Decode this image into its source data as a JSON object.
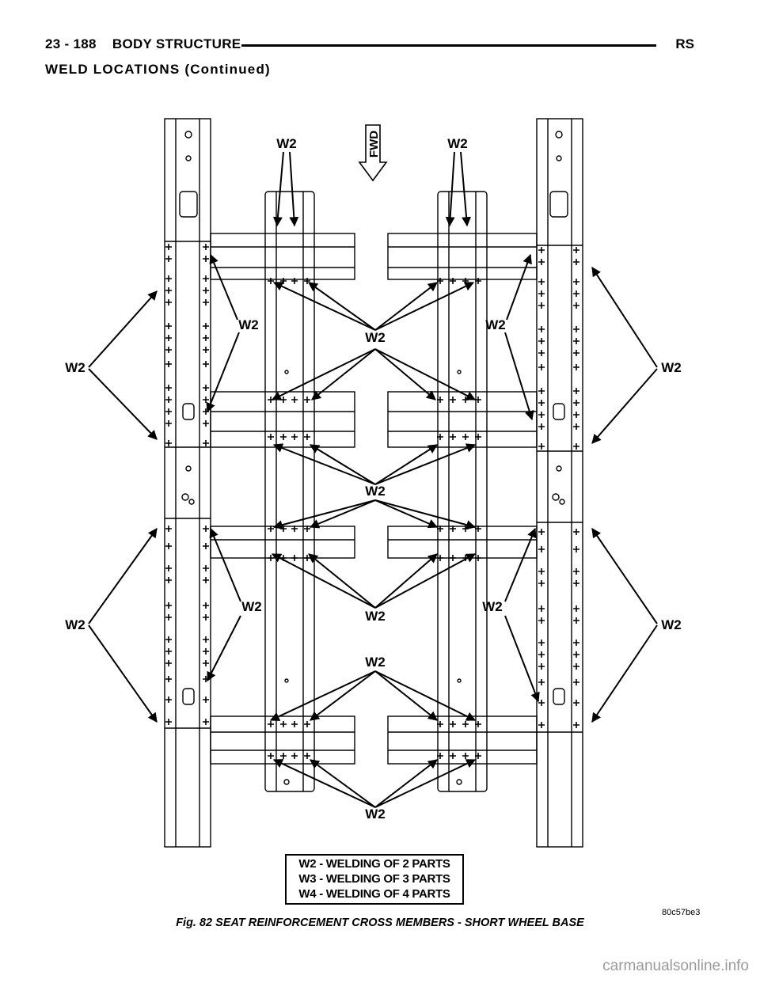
{
  "header": {
    "page_ref": "23 - 188",
    "section": "BODY STRUCTURE",
    "code": "RS"
  },
  "section_title": "WELD LOCATIONS (Continued)",
  "figure": {
    "direction_label": "FWD",
    "weld_label": "W2",
    "legend": [
      "W2 - WELDING OF 2 PARTS",
      "W3 - WELDING OF 3 PARTS",
      "W4 - WELDING OF 4 PARTS"
    ],
    "image_code": "80c57be3",
    "caption": "Fig. 82 SEAT REINFORCEMENT CROSS MEMBERS - SHORT WHEEL BASE"
  },
  "watermark": "carmanualsonline.info"
}
